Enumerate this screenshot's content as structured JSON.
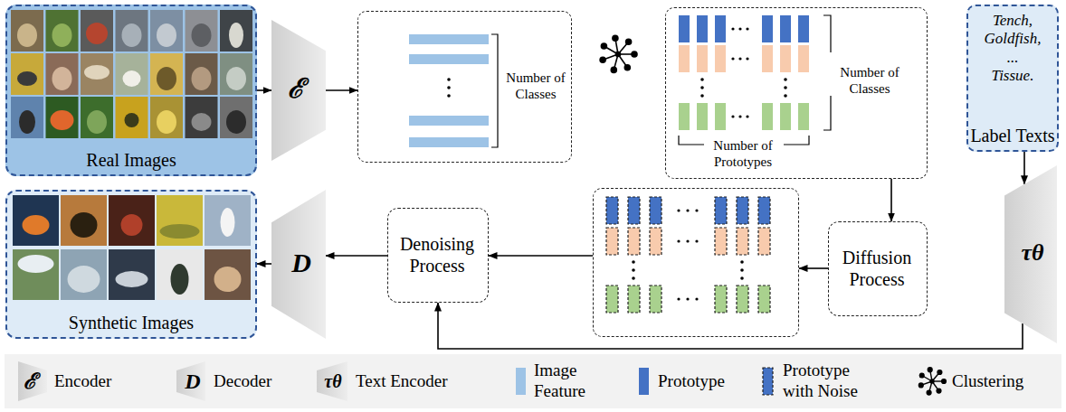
{
  "diagram": {
    "nodes": [
      {
        "text": [
          "Real Images"
        ]
      },
      {
        "text": [
          "ℰ"
        ]
      },
      {
        "text": [
          "Number of Classes"
        ]
      },
      {
        "text": [
          "Number of Classes",
          "Number of Prototypes"
        ]
      },
      {
        "text": [
          "Tench, Goldfish, ... Tissue.",
          "Label Texts"
        ]
      },
      {
        "text": [
          "Synthetic Images"
        ]
      },
      {
        "text": [
          "D"
        ]
      },
      {
        "text": [
          "Denoising Process"
        ]
      },
      {
        "text": []
      },
      {
        "text": [
          "Diffusion Process"
        ]
      },
      {
        "text": [
          "τθ"
        ]
      }
    ],
    "edges": [
      {
        "from": 0,
        "to": 1,
        "arrow": "to"
      },
      {
        "from": 1,
        "to": 2,
        "arrow": "to"
      },
      {
        "from": 3,
        "to": 9,
        "arrow": "to"
      },
      {
        "from": 4,
        "to": 10,
        "arrow": "to"
      },
      {
        "from": 9,
        "to": 8,
        "arrow": "to"
      },
      {
        "from": 8,
        "to": 7,
        "arrow": "to"
      },
      {
        "from": 10,
        "to": 7,
        "arrow": "to"
      },
      {
        "from": 7,
        "to": 6,
        "arrow": "to"
      },
      {
        "from": 6,
        "to": 5,
        "arrow": "to"
      }
    ],
    "labels": [
      "ℰ",
      "D",
      "τθ"
    ],
    "legend": [
      {
        "text": "Encoder"
      },
      {
        "text": "Decoder"
      },
      {
        "text": "Text Encoder"
      },
      {
        "text": "Image Feature",
        "color": "#9dc3e6"
      },
      {
        "text": "Prototype",
        "color": "#4472c4"
      },
      {
        "text": "Prototype with Noise"
      },
      {
        "text": "Clustering"
      }
    ]
  }
}
